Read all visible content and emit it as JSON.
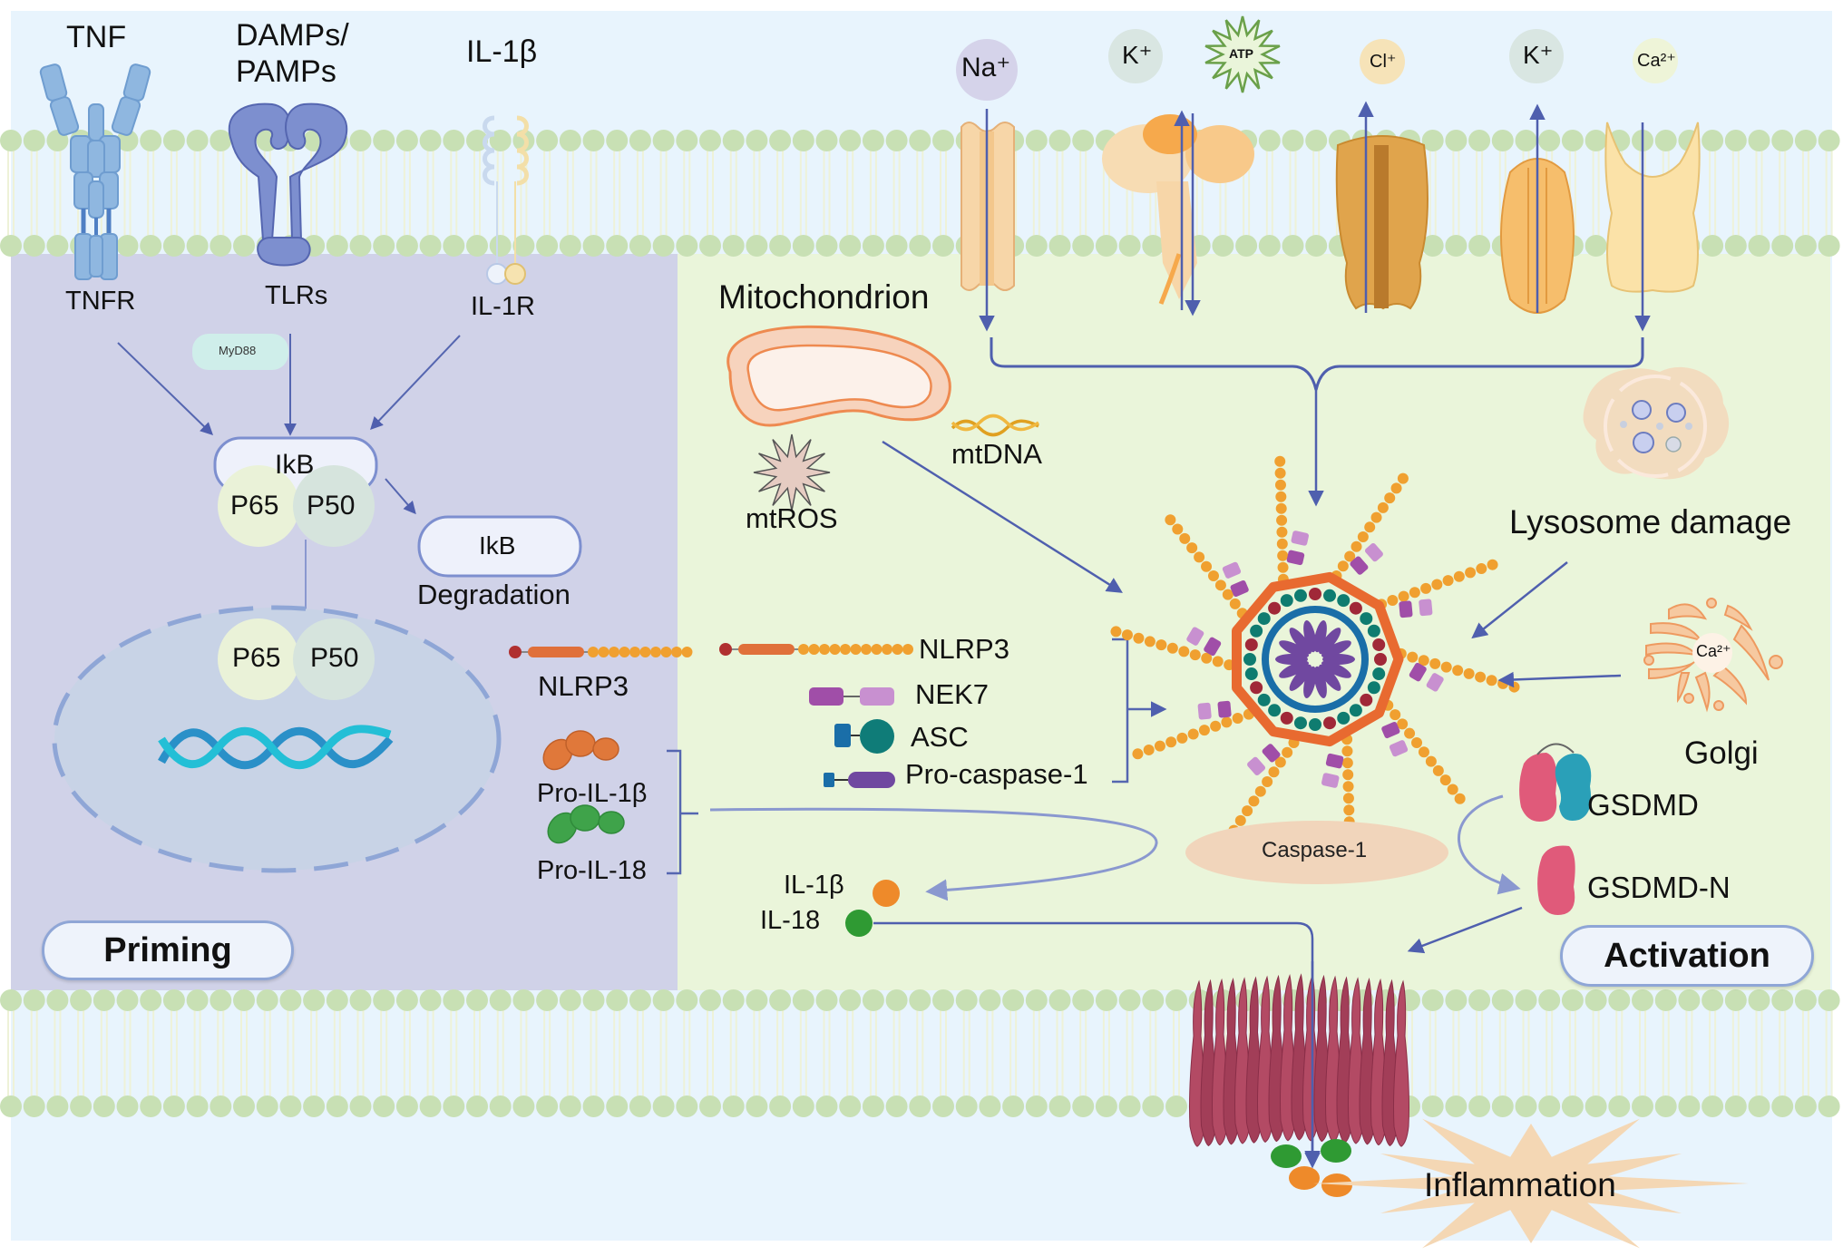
{
  "figure": {
    "colors": {
      "extracellular": "#e8f4fd",
      "priming_panel": "#d0d2e8",
      "activation_panel": "#eaf5da",
      "lipid_head": "#c8e0b4",
      "arrow": "#5566b0"
    },
    "receptors": {
      "tnf_label": "TNF",
      "damps_label_1": "DAMPs/",
      "damps_label_2": "PAMPs",
      "il1b_label": "IL-1β",
      "tnfr_label": "TNFR",
      "tlrs_label": "TLRs",
      "il1r_label": "IL-1R",
      "myd88_label": "MyD88"
    },
    "nfkb": {
      "ikb_label": "IkB",
      "p65_label": "P65",
      "p50_label": "P50",
      "ikb_degraded_label": "IkB",
      "degradation_label": "Degradation",
      "nuclear_p65_label": "P65",
      "nuclear_p50_label": "P50"
    },
    "priming_products": {
      "nlrp3_label": "NLRP3",
      "pro_il1b_label": "Pro-IL-1β",
      "pro_il18_label": "Pro-IL-18"
    },
    "ions": {
      "na_label": "Na⁺",
      "k1_label": "K⁺",
      "atp_label": "ATP",
      "cl_label": "Cl⁺",
      "k2_label": "K⁺",
      "ca_label": "Ca²⁺"
    },
    "mito": {
      "title": "Mitochondrion",
      "mtdna_label": "mtDNA",
      "mtros_label": "mtROS"
    },
    "inflammasome": {
      "nlrp3_label": "NLRP3",
      "nek7_label": "NEK7",
      "asc_label": "ASC",
      "procasp_label": "Pro-caspase-1",
      "caspase1_label": "Caspase-1"
    },
    "organelles": {
      "lysosome_label": "Lysosome damage",
      "golgi_label": "Golgi",
      "golgi_ion_label": "Ca²⁺"
    },
    "gasdermin": {
      "gsdmd_label": "GSDMD",
      "gsdmdn_label": "GSDMD-N"
    },
    "cytokines": {
      "il1b_label": "IL-1β",
      "il18_label": "IL-18"
    },
    "outcome": {
      "inflammation_label": "Inflammation"
    },
    "phases": {
      "priming_label": "Priming",
      "activation_label": "Activation"
    }
  }
}
